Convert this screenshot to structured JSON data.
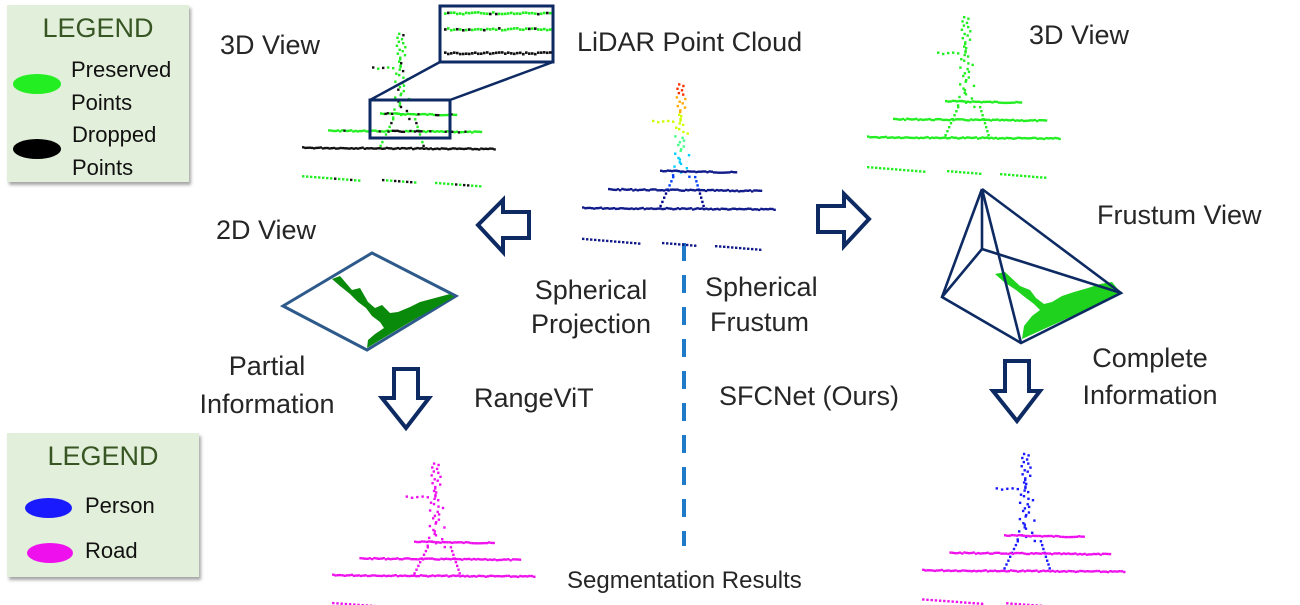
{
  "title": "LiDAR Point Cloud",
  "legend_top": {
    "title": "LEGEND",
    "items": [
      {
        "label_line1": "Preserved",
        "label_line2": "Points",
        "color": "#22ee22"
      },
      {
        "label_line1": "Dropped",
        "label_line2": "Points",
        "color": "#000000"
      }
    ]
  },
  "legend_bottom": {
    "title": "LEGEND",
    "items": [
      {
        "label": "Person",
        "color": "#1a1aff"
      },
      {
        "label": "Road",
        "color": "#ee11ee"
      }
    ]
  },
  "left_branch": {
    "view_3d": "3D View",
    "view_2d": "2D View",
    "projection_line1": "Spherical",
    "projection_line2": "Projection",
    "info_line1": "Partial",
    "info_line2": "Information",
    "method": "RangeViT"
  },
  "right_branch": {
    "view_3d": "3D View",
    "frustum_view": "Frustum View",
    "frustum_line1": "Spherical",
    "frustum_line2": "Frustum",
    "info_line1": "Complete",
    "info_line2": "Information",
    "method": "SFCNet (Ours)"
  },
  "bottom_caption": "Segmentation Results",
  "colors": {
    "arrow": "#0d2a63",
    "divider": "#1f7ac8",
    "preserved": "#22ee22",
    "dropped": "#111111",
    "person": "#1a1aff",
    "road": "#ee11ee",
    "projection_fill": "#0a8a0a",
    "frustum_fill": "#1ed21e",
    "plane_border": "#2d5a8a",
    "frustum_edge": "#0d2a63"
  }
}
